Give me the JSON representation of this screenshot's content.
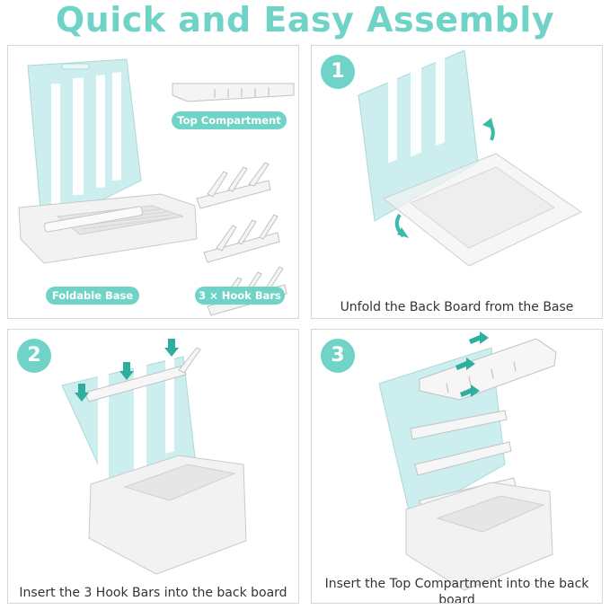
{
  "header": {
    "title": "Quick and Easy Assembly"
  },
  "panel_parts": {
    "top_compartment_label": "Top Compartment",
    "foldable_base_label": "Foldable Base",
    "hook_bars_label": "3 × Hook Bars"
  },
  "step1": {
    "number": "1",
    "caption": "Unfold the Back Board from the Base"
  },
  "step2": {
    "number": "2",
    "caption": "Insert the 3 Hook Bars into the back board"
  },
  "step3": {
    "number": "3",
    "caption": "Insert the Top Compartment into the back board"
  },
  "colors": {
    "accent": "#6fd3c8",
    "board": "#cdeeee",
    "white_part": "#f4f4f4",
    "outline": "#b9b9b9"
  }
}
